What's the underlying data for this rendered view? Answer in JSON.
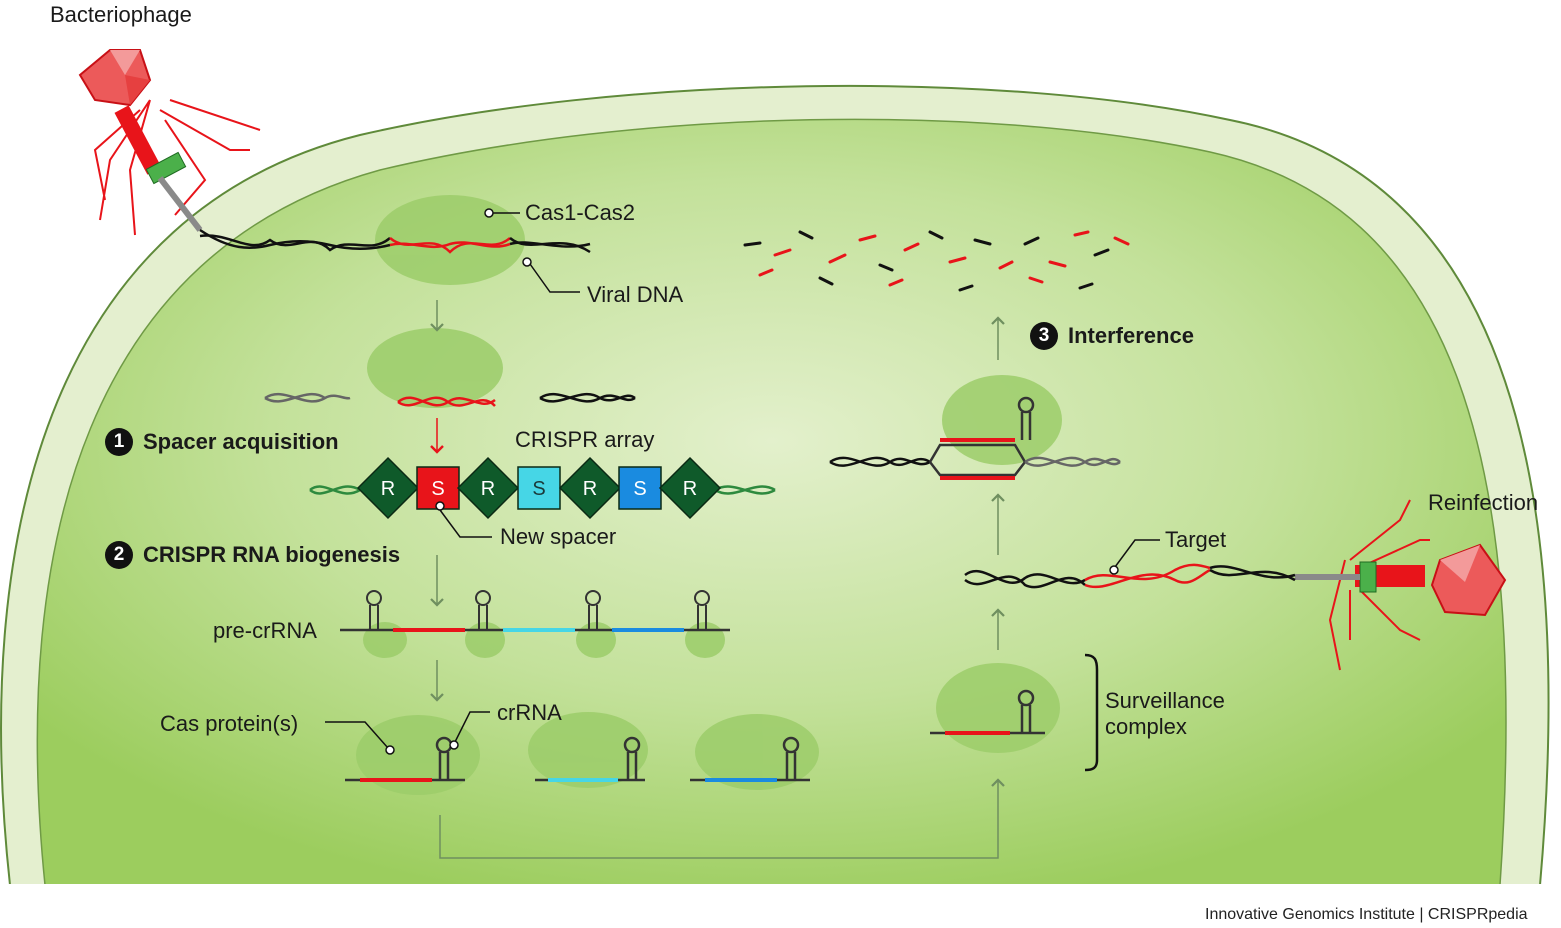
{
  "labels": {
    "bacteriophage": "Bacteriophage",
    "reinfection": "Reinfection",
    "cas1_cas2": "Cas1-Cas2",
    "viral_dna": "Viral DNA",
    "crispr_array": "CRISPR array",
    "new_spacer": "New spacer",
    "pre_crrna": "pre-crRNA",
    "cas_proteins": "Cas protein(s)",
    "crrna": "crRNA",
    "target": "Target",
    "surveillance_line1": "Surveillance",
    "surveillance_line2": "complex",
    "credit": "Innovative Genomics Institute | CRISPRpedia"
  },
  "steps": [
    {
      "number": "1",
      "title": "Spacer acquisition"
    },
    {
      "number": "2",
      "title": "CRISPR RNA biogenesis"
    },
    {
      "number": "3",
      "title": "Interference"
    }
  ],
  "array_units": [
    {
      "letter": "R",
      "kind": "repeat"
    },
    {
      "letter": "S",
      "kind": "spacer-new"
    },
    {
      "letter": "R",
      "kind": "repeat"
    },
    {
      "letter": "S",
      "kind": "spacer-cyan"
    },
    {
      "letter": "R",
      "kind": "repeat"
    },
    {
      "letter": "S",
      "kind": "spacer-blue"
    },
    {
      "letter": "R",
      "kind": "repeat"
    }
  ],
  "colors": {
    "repeat": "#0f5a2a",
    "spacer_new": "#e8141a",
    "spacer_cyan": "#46d6e6",
    "spacer_blue": "#1a8be0",
    "cell_fill": "#a9d46a",
    "cell_wall": "#e4efcf",
    "protein": "#9ccd6a",
    "viral": "#e8141a"
  }
}
